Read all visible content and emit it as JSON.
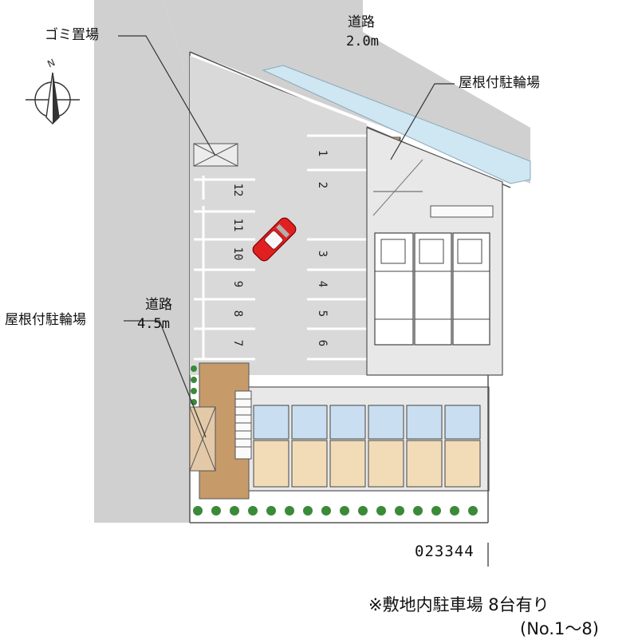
{
  "labels": {
    "trash_area": "ゴミ置場",
    "road_top_name": "道路",
    "road_top_width": "2.0m",
    "bike_parking_top": "屋根付駐輪場",
    "bike_parking_left": "屋根付駐輪場",
    "road_left_name": "道路",
    "road_left_width": "4.5m",
    "compass_letter": "N",
    "property_code": "023344"
  },
  "notice": {
    "line1": "※敷地内駐車場 8台有り",
    "line2": "(No.1～8)"
  },
  "parking_spaces": {
    "right_column": [
      "1",
      "2",
      "3",
      "4",
      "5",
      "6"
    ],
    "left_column": [
      "12",
      "11",
      "10",
      "9",
      "8",
      "7"
    ]
  },
  "colors": {
    "road": "#d0d0d0",
    "lot": "#d9d9d9",
    "building_light": "#e8e8e8",
    "room_blue": "#c9def0",
    "room_beige": "#f2dcb8",
    "bike_shelter": "#c79a6a",
    "tree": "#3a8a3a",
    "car": "#e02020",
    "canal": "#cfe6f3"
  }
}
